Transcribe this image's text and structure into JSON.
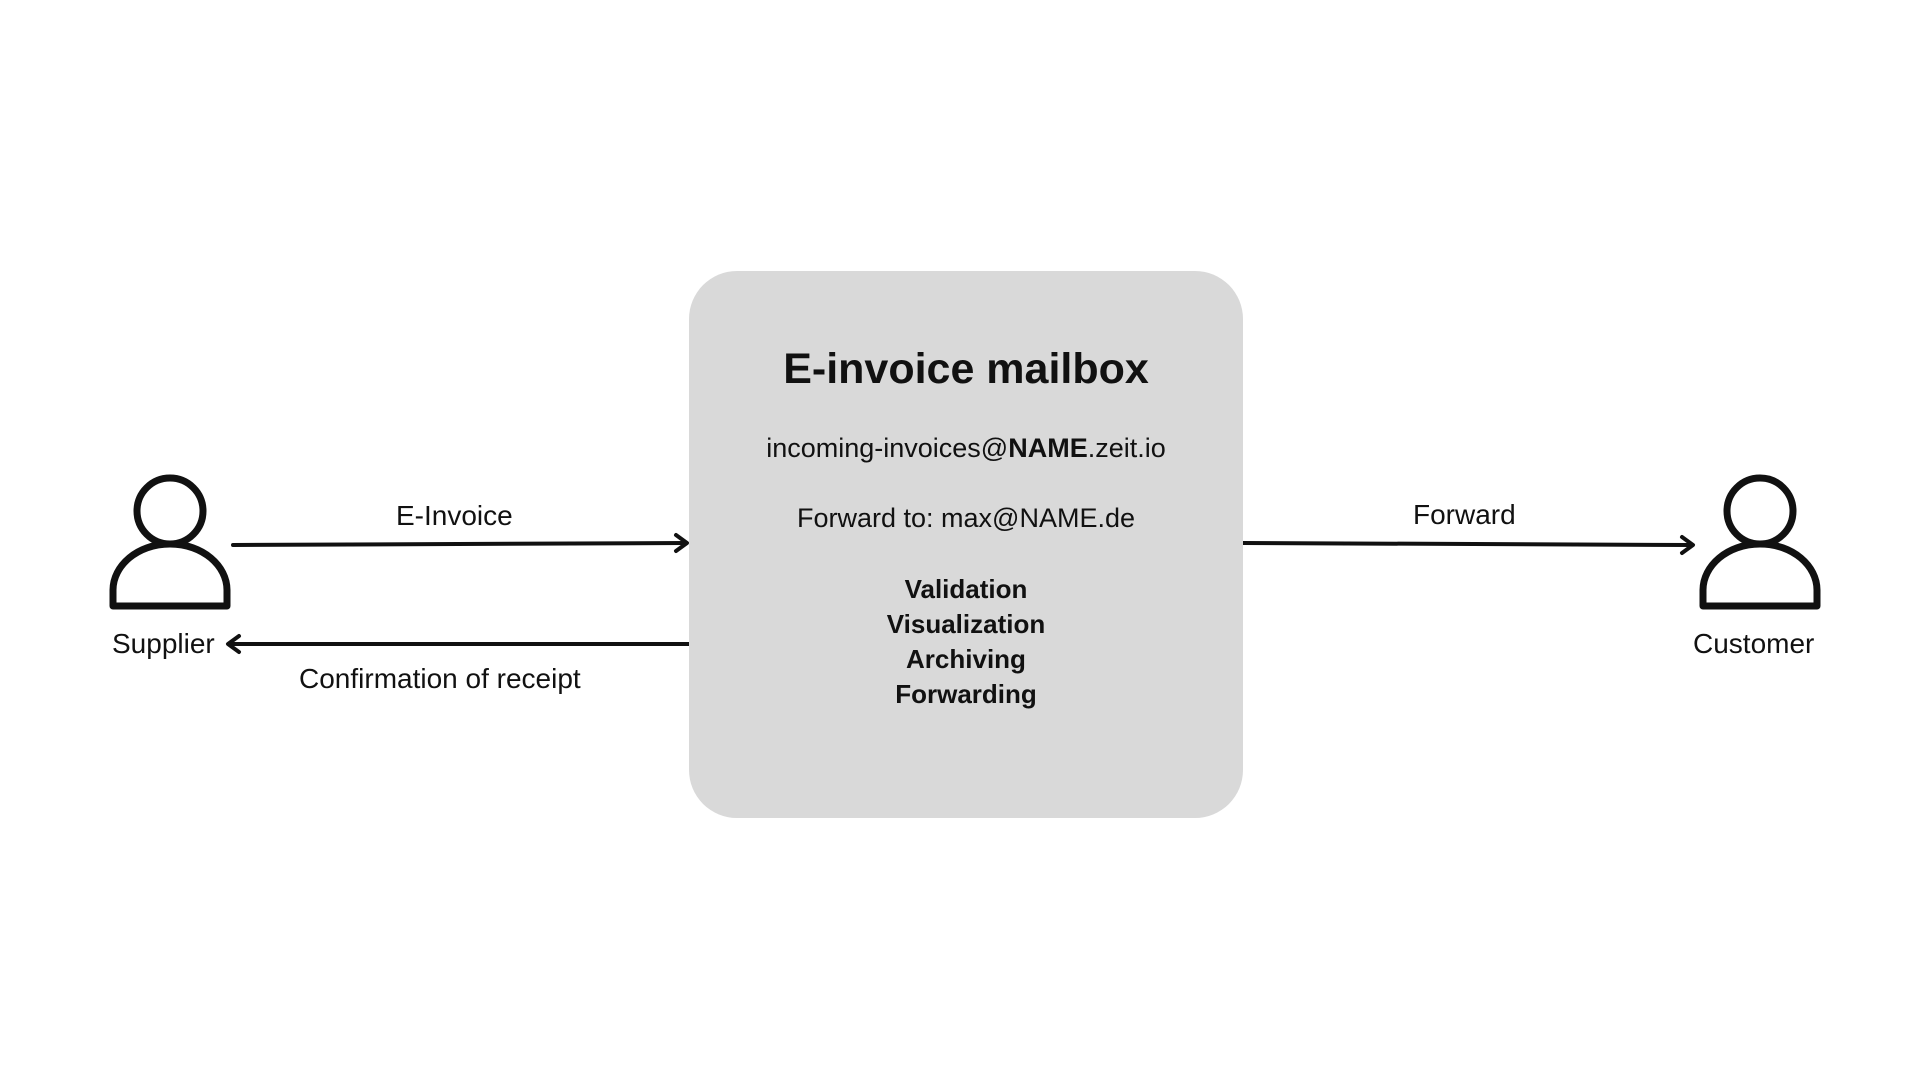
{
  "mailbox": {
    "title": "E-invoice mailbox",
    "address_prefix": "incoming-invoices@",
    "address_name": "NAME",
    "address_suffix": ".zeit.io",
    "forward_line": "Forward to: max@NAME.de",
    "features": [
      "Validation",
      "Visualization",
      "Archiving",
      "Forwarding"
    ],
    "background_color": "#d9d9d9"
  },
  "actors": {
    "supplier": {
      "label": "Supplier",
      "icon": "person-icon"
    },
    "customer": {
      "label": "Customer",
      "icon": "person-icon"
    }
  },
  "arrows": {
    "einvoice": {
      "label": "E-Invoice"
    },
    "confirmation": {
      "label": "Confirmation of receipt"
    },
    "forward": {
      "label": "Forward"
    }
  },
  "colors": {
    "ink": "#111111",
    "background": "#ffffff"
  }
}
